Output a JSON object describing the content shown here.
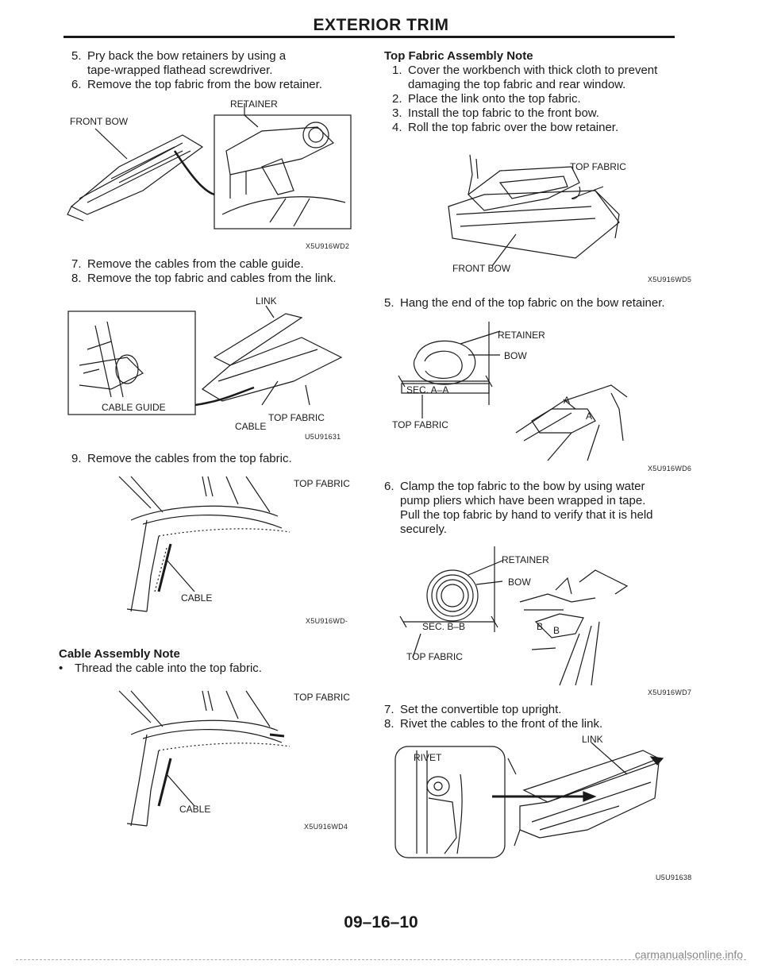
{
  "header": {
    "title": "EXTERIOR TRIM"
  },
  "left": {
    "steps_a": [
      {
        "num": "5.",
        "text": "Pry back the bow retainers by using a",
        "cont": "tape-wrapped flathead screwdriver."
      },
      {
        "num": "6.",
        "text": "Remove the top fabric from the bow retainer.",
        "cont": ""
      }
    ],
    "fig1": {
      "labels": {
        "front_bow": "FRONT BOW",
        "retainer": "RETAINER"
      },
      "code": "X5U916WD2"
    },
    "steps_b": [
      {
        "num": "7.",
        "text": "Remove the cables from the cable guide."
      },
      {
        "num": "8.",
        "text": "Remove the top fabric and cables from the link."
      }
    ],
    "fig2": {
      "labels": {
        "link": "LINK",
        "cable_guide": "CABLE GUIDE",
        "top_fabric": "TOP FABRIC",
        "cable": "CABLE"
      },
      "code": "U5U91631"
    },
    "step_c": {
      "num": "9.",
      "text": "Remove the cables from the top fabric."
    },
    "fig3": {
      "labels": {
        "top_fabric": "TOP FABRIC",
        "cable": "CABLE"
      },
      "code": "X5U916WD-"
    },
    "cable_note": {
      "title": "Cable Assembly Note",
      "bullet": "•",
      "text": "Thread the cable into the top fabric."
    },
    "fig4": {
      "labels": {
        "top_fabric": "TOP FABRIC",
        "cable": "CABLE"
      },
      "code": "X5U916WD4"
    }
  },
  "right": {
    "top_note": {
      "title": "Top Fabric Assembly Note",
      "steps": [
        {
          "num": "1.",
          "text": "Cover the workbench with thick cloth to prevent",
          "cont": "damaging the top fabric and rear window."
        },
        {
          "num": "2.",
          "text": "Place the link onto the top fabric.",
          "cont": ""
        },
        {
          "num": "3.",
          "text": "Install the top fabric to the front bow.",
          "cont": ""
        },
        {
          "num": "4.",
          "text": "Roll the top fabric over the bow retainer.",
          "cont": ""
        }
      ]
    },
    "fig5": {
      "labels": {
        "top_fabric": "TOP FABRIC",
        "front_bow": "FRONT BOW"
      },
      "code": "X5U916WD5"
    },
    "step5": {
      "num": "5.",
      "text": "Hang the end of the top fabric on the bow retainer."
    },
    "fig6": {
      "labels": {
        "retainer": "RETAINER",
        "bow": "BOW",
        "sec": "SEC. A–A",
        "top_fabric": "TOP FABRIC",
        "a1": "A",
        "a2": "A"
      },
      "code": "X5U916WD6"
    },
    "step6": {
      "num": "6.",
      "lines": [
        "Clamp the top fabric to the bow by using water",
        "pump pliers which have been wrapped in tape.",
        "Pull the top fabric by hand to verify that it is held",
        "securely."
      ]
    },
    "fig7": {
      "labels": {
        "retainer": "RETAINER",
        "bow": "BOW",
        "sec": "SEC. B–B",
        "top_fabric": "TOP FABRIC",
        "b1": "B",
        "b2": "B"
      },
      "code": "X5U916WD7"
    },
    "steps_78": [
      {
        "num": "7.",
        "text": "Set the convertible top upright."
      },
      {
        "num": "8.",
        "text": "Rivet the cables to the front of the link."
      }
    ],
    "fig8": {
      "labels": {
        "link": "LINK",
        "rivet": "RIVET"
      },
      "code": "U5U91638"
    }
  },
  "footer": {
    "page_number": "09–16–10",
    "watermark": "carmanualsonline.info"
  }
}
